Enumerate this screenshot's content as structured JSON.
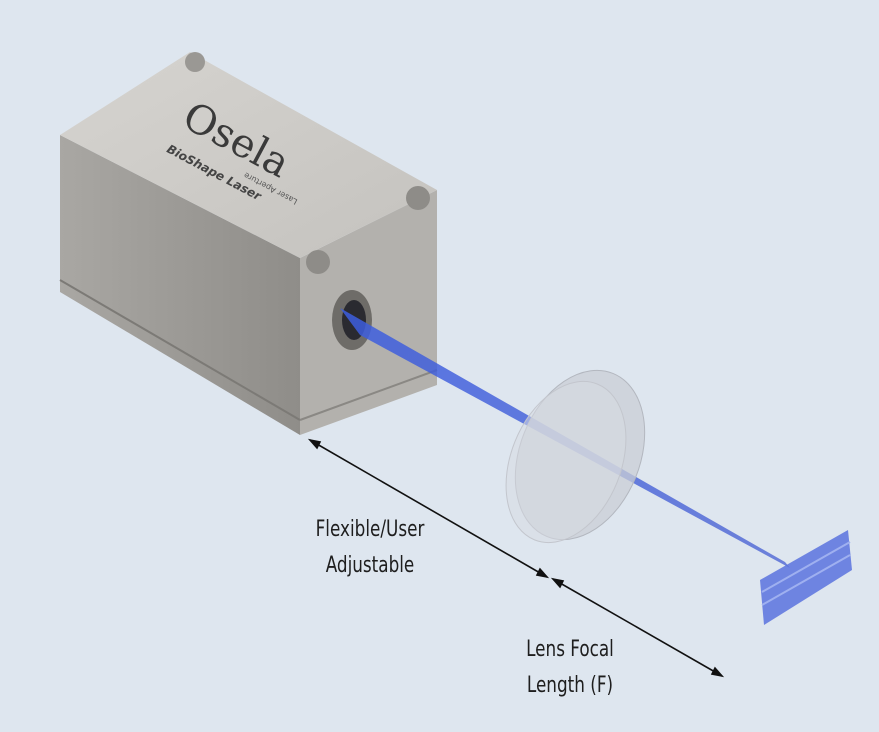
{
  "device": {
    "brand": "Osela",
    "model": "BioShape Laser",
    "aperture_label": "Laser Aperture"
  },
  "labels": {
    "flexible_line1": "Flexible/User",
    "flexible_line2": "Adjustable",
    "focal_line1": "Lens Focal",
    "focal_line2": "Length (F)"
  },
  "colors": {
    "background": "#dee6ef",
    "beam": "#3c5ad8",
    "metal": "#b8b6b2"
  }
}
